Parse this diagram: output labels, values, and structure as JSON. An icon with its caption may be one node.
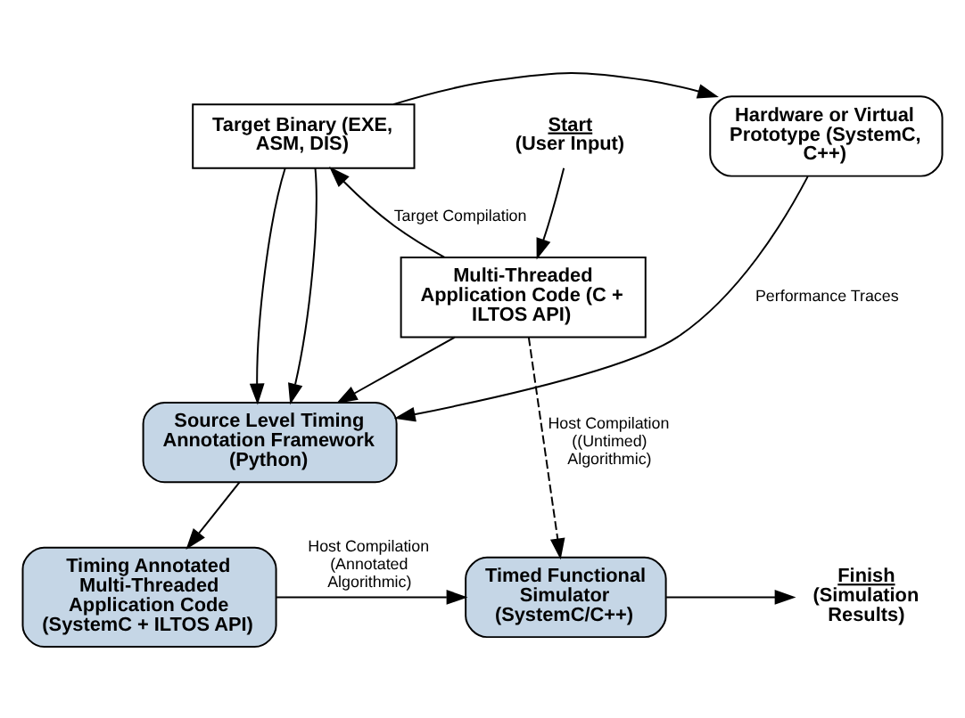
{
  "diagram": {
    "nodes": [
      {
        "text": [
          "Start",
          "(User Input)"
        ]
      },
      {
        "text": [
          "Multi-Threaded Application Code (C + ILTOS API)"
        ]
      },
      {
        "text": [
          "Target Binary (EXE, ASM, DIS)"
        ]
      },
      {
        "text": [
          "Hardware or Virtual Prototype (SystemC, C++)"
        ]
      },
      {
        "text": [
          "Source Level Timing Annotation Framework (Python)"
        ]
      },
      {
        "text": [
          "Timing Annotated Multi-Threaded Application Code (SystemC + ILTOS API)"
        ]
      },
      {
        "text": [
          "Timed Functional Simulator (SystemC/C++)"
        ]
      },
      {
        "text": [
          "Finish",
          "(Simulation Results)"
        ]
      }
    ],
    "edges": [
      {
        "from": 0,
        "to": 1,
        "arrow": "to"
      },
      {
        "from": 1,
        "to": 2,
        "arrow": "to",
        "label": "Target Compilation"
      },
      {
        "from": 2,
        "to": 3,
        "arrow": "to"
      },
      {
        "from": 2,
        "to": 4,
        "arrow": "to"
      },
      {
        "from": 2,
        "to": 4,
        "arrow": "to"
      },
      {
        "from": 1,
        "to": 4,
        "arrow": "to"
      },
      {
        "from": 3,
        "to": 4,
        "arrow": "to",
        "label": "Performance Traces"
      },
      {
        "from": 1,
        "to": 6,
        "arrow": "to",
        "style": "dashed",
        "label": "Host Compilation ((Untimed) Algorithmic)"
      },
      {
        "from": 4,
        "to": 5,
        "arrow": "to"
      },
      {
        "from": 5,
        "to": 6,
        "arrow": "to",
        "label": "Host Compilation (Annotated Algorithmic)"
      },
      {
        "from": 6,
        "to": 7,
        "arrow": "to"
      }
    ]
  }
}
